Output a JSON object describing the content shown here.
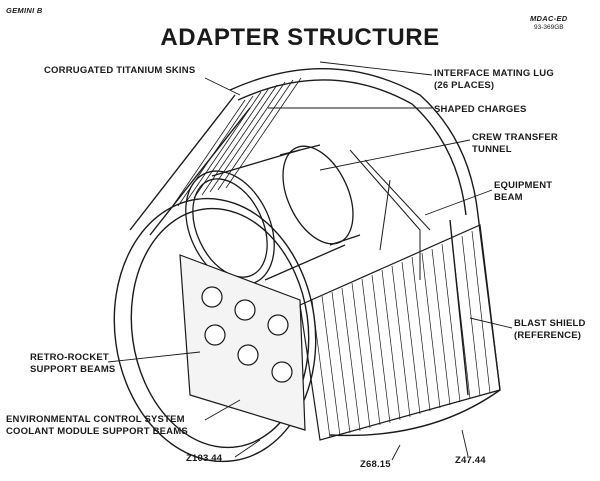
{
  "header": {
    "left_tag": "GEMINI B",
    "right_tag": "MDAC-ED",
    "doc_number": "93-369GB"
  },
  "title": "ADAPTER STRUCTURE",
  "labels": {
    "skins": "CORRUGATED TITANIUM SKINS",
    "lug_1": "INTERFACE MATING LUG",
    "lug_2": "(26 PLACES)",
    "charges": "SHAPED CHARGES",
    "tunnel_1": "CREW TRANSFER",
    "tunnel_2": "TUNNEL",
    "beam_1": "EQUIPMENT",
    "beam_2": "BEAM",
    "shield_1": "BLAST SHIELD",
    "shield_2": "(REFERENCE)",
    "retro_1": "RETRO-ROCKET",
    "retro_2": "SUPPORT BEAMS",
    "ecs_1": "ENVIRONMENTAL CONTROL SYSTEM",
    "ecs_2": "COOLANT MODULE SUPPORT BEAMS",
    "z1": "Z103.44",
    "z2": "Z68.15",
    "z3": "Z47.44"
  }
}
